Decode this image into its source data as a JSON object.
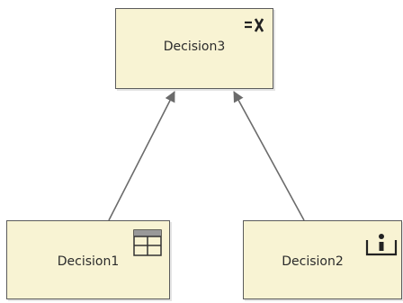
{
  "diagram": {
    "nodes": [
      {
        "id": "decision3",
        "label": "Decision3",
        "icon": "formula-icon"
      },
      {
        "id": "decision1",
        "label": "Decision1",
        "icon": "decision-table-icon"
      },
      {
        "id": "decision2",
        "label": "Decision2",
        "icon": "knowledge-model-icon"
      }
    ],
    "edges": [
      {
        "from": "decision1",
        "to": "decision3",
        "type": "requirement-arrow"
      },
      {
        "from": "decision2",
        "to": "decision3",
        "type": "requirement-arrow"
      }
    ],
    "colors": {
      "node_fill": "#f8f3d3",
      "node_border": "#5b5b5b",
      "edge": "#6b6b6b"
    }
  }
}
